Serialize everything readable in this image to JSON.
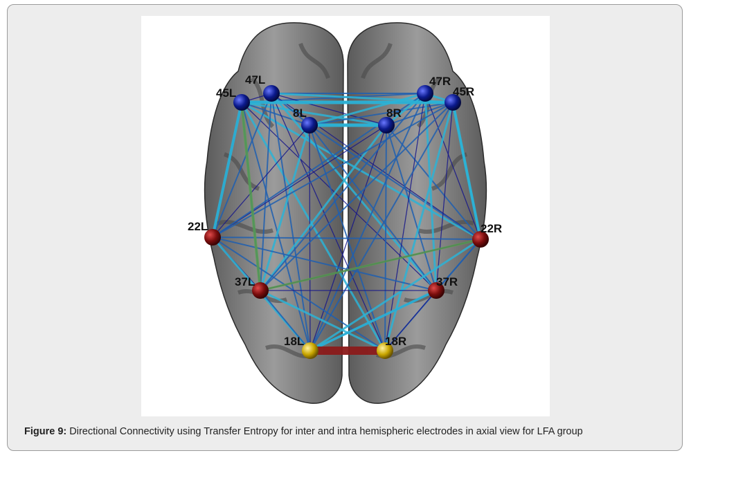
{
  "figure": {
    "caption_label": "Figure 9:",
    "caption_text": " Directional Connectivity using Transfer Entropy for inter and intra hemispheric electrodes in axial view for LFA group"
  },
  "electrodes": [
    {
      "id": "45L",
      "label": "45L",
      "color": "#0b1a8c"
    },
    {
      "id": "47L",
      "label": "47L",
      "color": "#0b1a8c"
    },
    {
      "id": "8L",
      "label": "8L",
      "color": "#0b1a8c"
    },
    {
      "id": "8R",
      "label": "8R",
      "color": "#0b1a8c"
    },
    {
      "id": "47R",
      "label": "47R",
      "color": "#0b1a8c"
    },
    {
      "id": "45R",
      "label": "45R",
      "color": "#0b1a8c"
    },
    {
      "id": "22L",
      "label": "22L",
      "color": "#7a0d0d"
    },
    {
      "id": "22R",
      "label": "22R",
      "color": "#7a0d0d"
    },
    {
      "id": "37L",
      "label": "37L",
      "color": "#7a0d0d"
    },
    {
      "id": "37R",
      "label": "37R",
      "color": "#7a0d0d"
    },
    {
      "id": "18L",
      "label": "18L",
      "color": "#c9a600"
    },
    {
      "id": "18R",
      "label": "18R",
      "color": "#c9a600"
    }
  ],
  "colors": {
    "strong_link": "#2bb3d6",
    "medium_link": "#1f5fb0",
    "weak_link": "#17188a",
    "green_link": "#5aa04a",
    "occipital_link": "#8b1a1a",
    "brain": "#6b6b6b"
  }
}
